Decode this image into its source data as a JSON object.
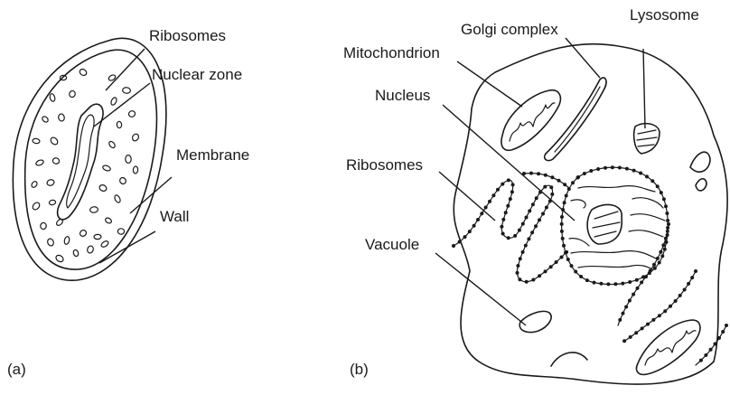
{
  "panel_a": {
    "label": "(a)",
    "labels": {
      "ribosomes": "Ribosomes",
      "nuclear_zone": "Nuclear zone",
      "membrane": "Membrane",
      "wall": "Wall"
    }
  },
  "panel_b": {
    "label": "(b)",
    "labels": {
      "golgi": "Golgi complex",
      "lysosome": "Lysosome",
      "mitochondrion": "Mitochondrion",
      "nucleus": "Nucleus",
      "ribosomes": "Ribosomes",
      "vacuole": "Vacuole"
    }
  }
}
